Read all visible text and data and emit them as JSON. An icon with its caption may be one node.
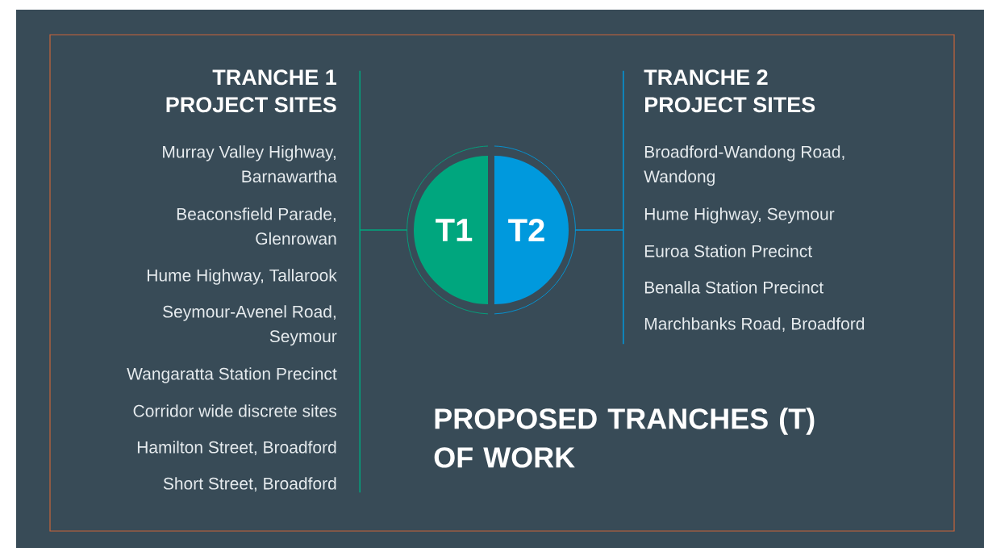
{
  "diagram": {
    "title": "PROPOSED TRANCHES (T) OF WORK",
    "nodes": [
      {
        "text": [
          "T1"
        ]
      },
      {
        "text": [
          "T2"
        ]
      },
      {
        "text": [
          "TRANCHE 1 PROJECT SITES",
          "Murray Valley Highway, Barnawartha",
          "Beaconsfield Parade, Glenrowan",
          "Hume Highway, Tallarook",
          "Seymour-Avenel Road, Seymour",
          "Wangaratta Station Precinct",
          "Corridor wide discrete sites",
          "Hamilton Street, Broadford",
          "Short Street, Broadford"
        ]
      },
      {
        "text": [
          "TRANCHE 2 PROJECT SITES",
          "Broadford-Wandong Road, Wandong",
          "Hume Highway, Seymour",
          "Euroa Station Precinct",
          "Benalla Station Precinct",
          "Marchbanks Road, Broadford"
        ]
      }
    ],
    "edges": [
      {
        "from": 0,
        "to": 2,
        "arrow": "none",
        "color": "#00a67e"
      },
      {
        "from": 1,
        "to": 3,
        "arrow": "none",
        "color": "#0099dd"
      }
    ]
  }
}
